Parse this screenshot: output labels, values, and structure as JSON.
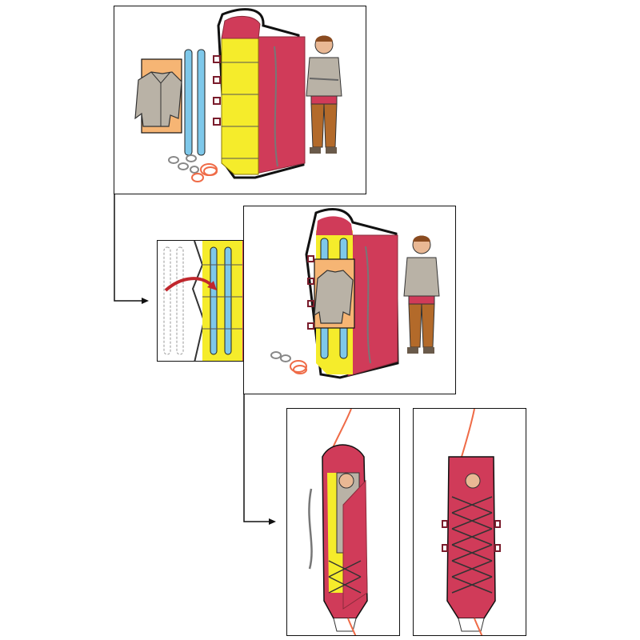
{
  "diagram": {
    "panels": [
      {
        "id": "step-1"
      },
      {
        "id": "step-2"
      },
      {
        "id": "step-3a"
      },
      {
        "id": "step-3b"
      }
    ],
    "colors": {
      "stretcher_yellow": "#f5ec2b",
      "stretcher_red": "#d03b59",
      "pad_orange": "#f6b574",
      "ski_blue": "#7ec8ea",
      "rope_orange": "#ef6b47",
      "jacket_gray": "#b9b2a6",
      "pants_brown": "#b36a2a",
      "outline_black": "#111111",
      "arrow_red": "#c0272d"
    },
    "icons": [
      "jacket-icon",
      "ski-icon",
      "carabiner-icon",
      "rope-coil-icon",
      "person-icon",
      "stretcher-icon",
      "arrow-icon"
    ]
  }
}
